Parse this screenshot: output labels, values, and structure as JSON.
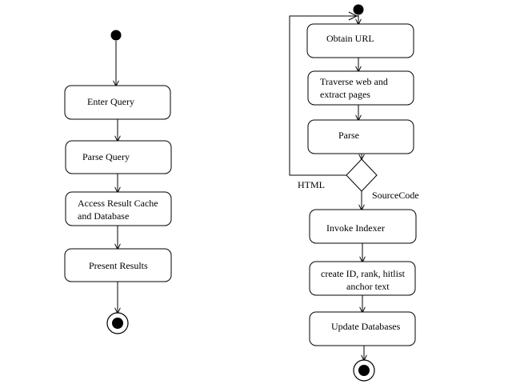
{
  "diagram": {
    "left_flow": {
      "enter_query": "Enter Query",
      "parse_query": "Parse Query",
      "access_cache_line1": "Access Result Cache",
      "access_cache_line2": "and Database",
      "present_results": "Present Results"
    },
    "right_flow": {
      "obtain_url": "Obtain URL",
      "traverse_line1": "Traverse web and",
      "traverse_line2": "extract pages",
      "parse": "Parse",
      "html_label": "HTML",
      "sourcecode_label": "SourceCode",
      "invoke_indexer": "Invoke Indexer",
      "create_id_line1": "create ID, rank, hitlist",
      "create_id_line2": "anchor text",
      "update_databases": "Update Databases"
    }
  }
}
